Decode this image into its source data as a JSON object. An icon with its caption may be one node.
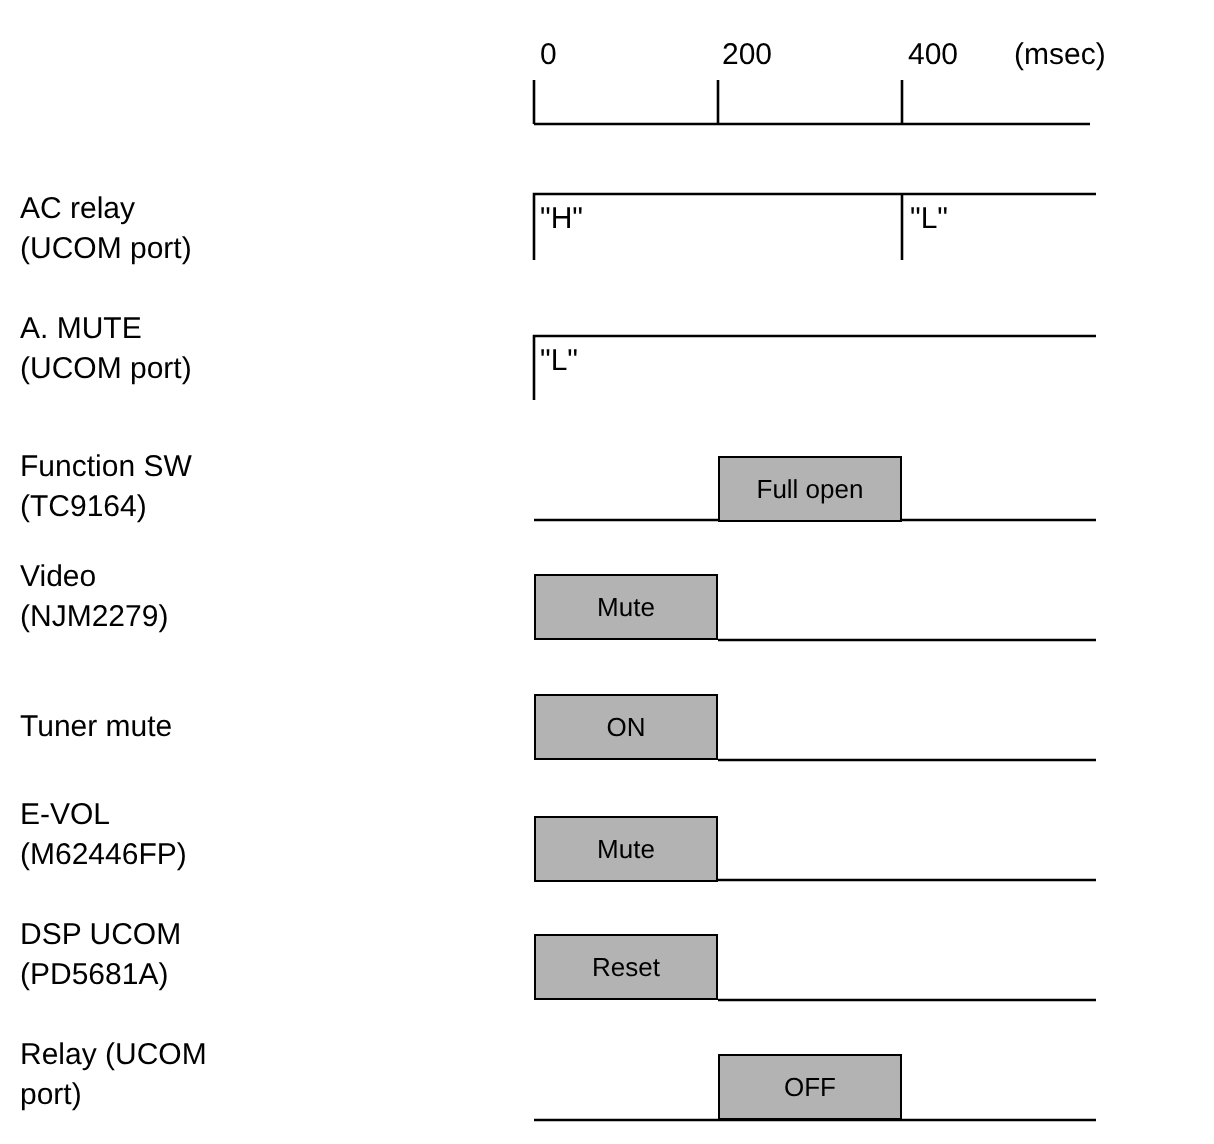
{
  "diagram": {
    "nodes": [
      {
        "text": [
          "Full open"
        ]
      },
      {
        "text": [
          "Mute"
        ]
      },
      {
        "text": [
          "ON"
        ]
      },
      {
        "text": [
          "Mute"
        ]
      },
      {
        "text": [
          "Reset"
        ]
      },
      {
        "text": [
          "OFF"
        ]
      }
    ],
    "labels": [
      "0",
      "200",
      "400",
      "(msec)",
      "AC relay (UCOM port)",
      "\"H\"",
      "\"L\"",
      "A. MUTE (UCOM port)",
      "\"L\"",
      "Function SW (TC9164)",
      "Video (NJM2279)",
      "Tuner mute",
      "E-VOL (M62446FP)",
      "DSP UCOM (PD5681A)",
      "Relay (UCOM port)"
    ]
  }
}
